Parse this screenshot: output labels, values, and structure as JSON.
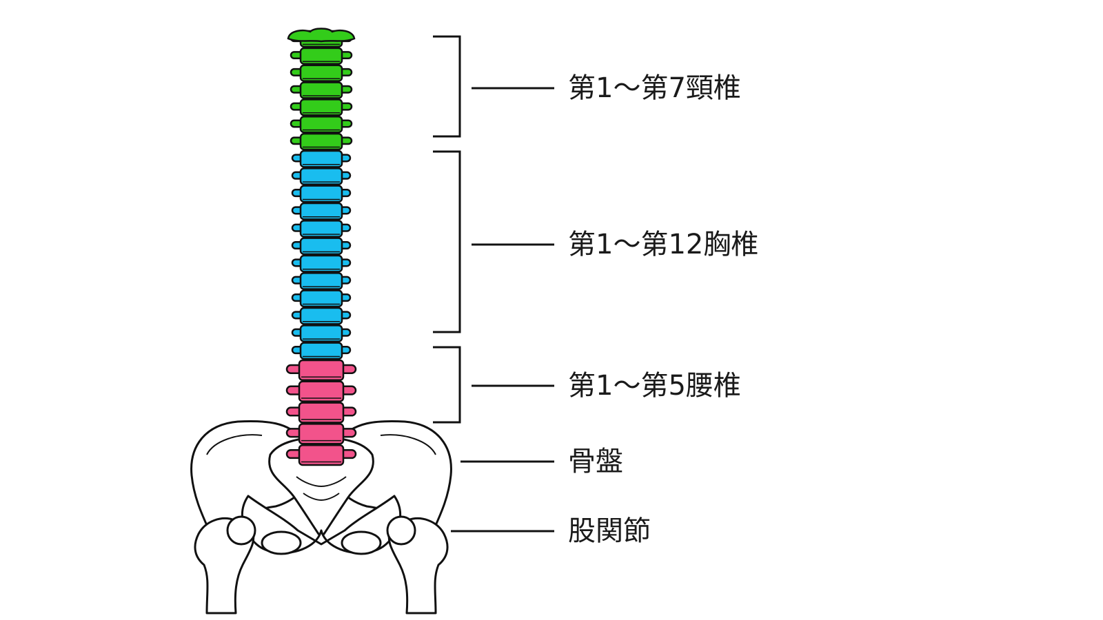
{
  "labels": {
    "cervical": "第1～第7頸椎",
    "thoracic": "第1～第12胸椎",
    "lumbar": "第1～第5腰椎",
    "pelvis": "骨盤",
    "hip": "股関節"
  },
  "colors": {
    "cervical": "#33cc1a",
    "thoracic": "#19bdef",
    "lumbar": "#f2538b",
    "bone": "#ffffff",
    "outline": "#111111",
    "background": "#ffffff"
  },
  "vertebra_counts": {
    "cervical": 7,
    "thoracic": 12,
    "lumbar": 5
  }
}
